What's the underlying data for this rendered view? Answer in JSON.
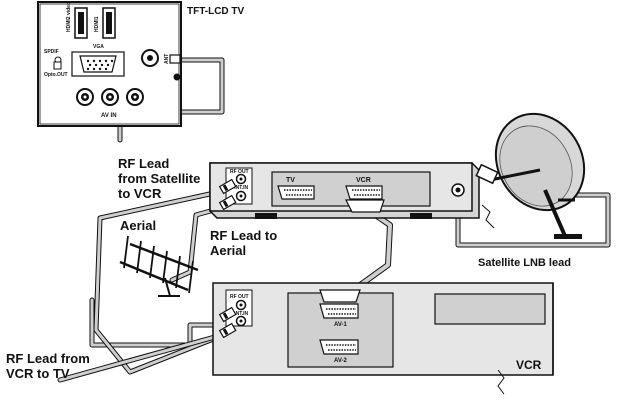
{
  "tv": {
    "title": "TFT-LCD TV",
    "hdmi1": "HDMI1",
    "hdmi2_video": "HDMI2 video",
    "vga": "VGA",
    "spdif": "SPDIF",
    "opto_out": "Opto.OUT",
    "av_in": "AV IN",
    "ant": "ANT"
  },
  "satellite_receiver": {
    "rf_out": "RF OUT",
    "ant_in": "ANT.IN",
    "tv_scart": "TV",
    "vcr_scart": "VCR"
  },
  "vcr": {
    "title": "VCR",
    "rf_out": "RF OUT",
    "ant_in": "ANT.IN",
    "av1": "AV-1",
    "av2": "AV-2"
  },
  "labels": {
    "rf_sat_to_vcr_1": "RF Lead",
    "rf_sat_to_vcr_2": "from Satellite",
    "rf_sat_to_vcr_3": "to VCR",
    "aerial": "Aerial",
    "rf_to_aerial_1": "RF Lead to",
    "rf_to_aerial_2": "Aerial",
    "satellite_lnb": "Satellite LNB lead",
    "rf_vcr_to_tv_1": "RF Lead from",
    "rf_vcr_to_tv_2": "VCR to TV"
  }
}
